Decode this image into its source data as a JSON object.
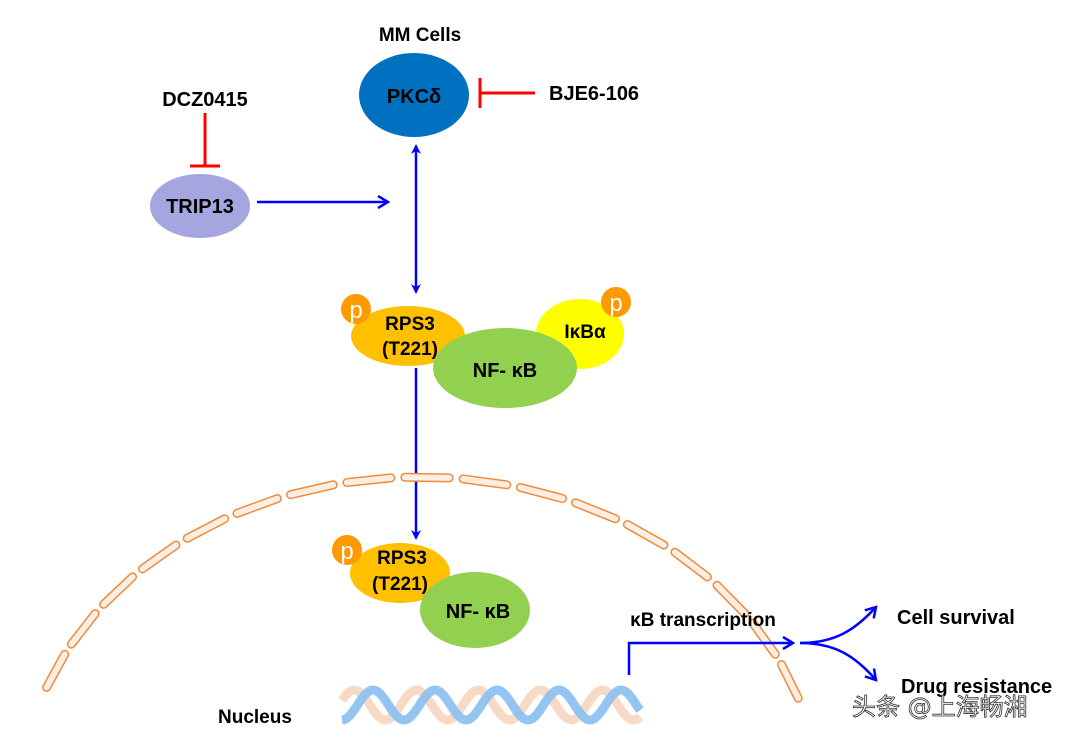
{
  "title": "MM Cells",
  "colors": {
    "activation_arrow": "#0000ff",
    "inhibition": "#ff0000",
    "pkc": "#0070c0",
    "trip13": "#a5a5e0",
    "rps3": "#ffc000",
    "nfkb": "#92d050",
    "ikba": "#ffff00",
    "phospho": "#ff9900",
    "membrane_stroke": "#f08a3c",
    "membrane_fill": "#fdeee4",
    "dna_blue": "#8ec1f0",
    "dna_peach": "#f6d6bf"
  },
  "nodes": {
    "pkc": "PKCδ",
    "trip13": "TRIP13",
    "rps3_cyto_line1": "RPS3",
    "rps3_cyto_line2": "(T221)",
    "nfkb_cyto": "NF- κB",
    "ikba": "IκBα",
    "rps3_nuc_line1": "RPS3",
    "rps3_nuc_line2": "(T221)",
    "nfkb_nuc": "NF- κB",
    "phospho_label": "p"
  },
  "inhibitors": {
    "dcz": "DCZ0415",
    "bje": "BJE6-106"
  },
  "labels": {
    "transcription": "κB transcription",
    "outcome1": "Cell survival",
    "outcome2": "Drug resistance",
    "nucleus": "Nucleus"
  },
  "watermark": "头条 @上海畅湘"
}
